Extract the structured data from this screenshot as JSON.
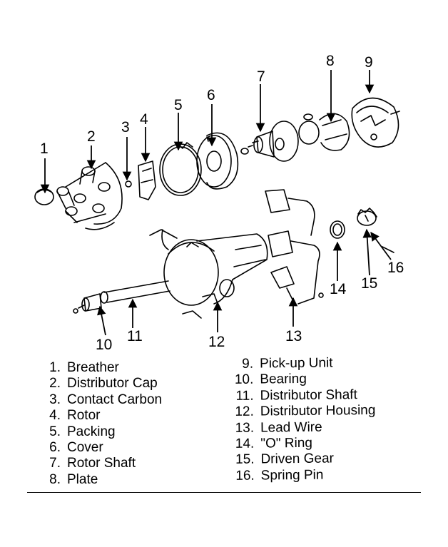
{
  "callouts": [
    "1",
    "2",
    "3",
    "4",
    "5",
    "6",
    "7",
    "8",
    "9",
    "10",
    "11",
    "12",
    "13",
    "14",
    "15",
    "16"
  ],
  "legend_left": [
    {
      "num": "1.",
      "label": "Breather"
    },
    {
      "num": "2.",
      "label": "Distributor Cap"
    },
    {
      "num": "3.",
      "label": "Contact Carbon"
    },
    {
      "num": "4.",
      "label": "Rotor"
    },
    {
      "num": "5.",
      "label": "Packing"
    },
    {
      "num": "6.",
      "label": "Cover"
    },
    {
      "num": "7.",
      "label": "Rotor Shaft"
    },
    {
      "num": "8.",
      "label": "Plate"
    }
  ],
  "legend_right": [
    {
      "num": "9.",
      "label": "Pick-up Unit"
    },
    {
      "num": "10.",
      "label": "Bearing"
    },
    {
      "num": "11.",
      "label": "Distributor Shaft"
    },
    {
      "num": "12.",
      "label": "Distributor Housing"
    },
    {
      "num": "13.",
      "label": "Lead Wire"
    },
    {
      "num": "14.",
      "label": "\"O\" Ring"
    },
    {
      "num": "15.",
      "label": "Driven Gear"
    },
    {
      "num": "16.",
      "label": "Spring Pin"
    }
  ]
}
